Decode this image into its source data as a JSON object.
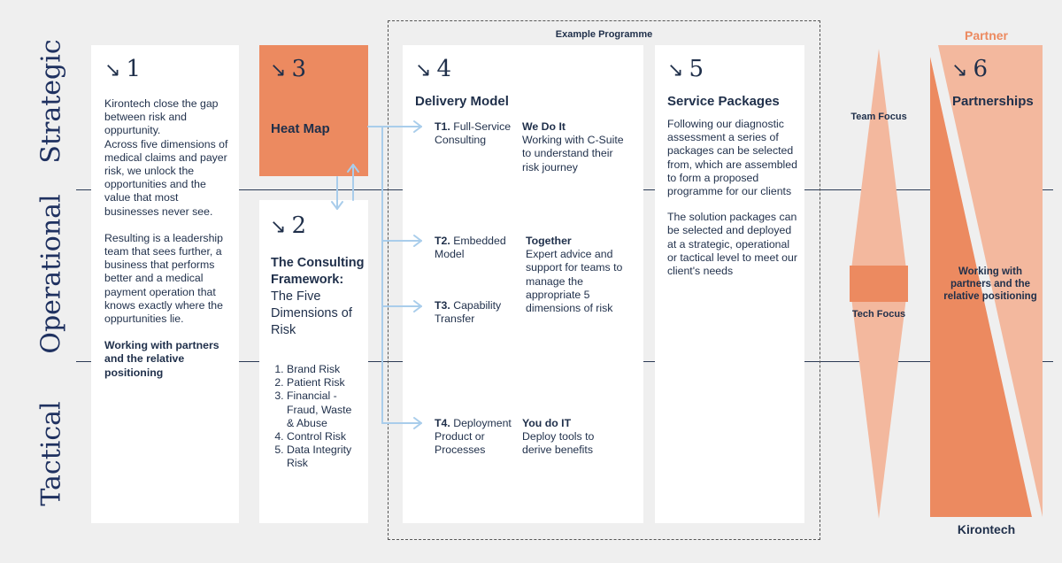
{
  "rows": {
    "strategic": "Strategic",
    "operational": "Operational",
    "tactical": "Tactical"
  },
  "example_programme": "Example Programme",
  "partner_label": "Partner",
  "kirontech_label": "Kirontech",
  "arrow_symbol": "↘",
  "card1": {
    "number": "1",
    "para1": "Kirontech close the gap between risk and oppurtunity.",
    "para2": "Across five dimensions of medical claims and payer risk, we unlock the opportunities and the value that most businesses never see.",
    "para3": "Resulting is a leadership team that sees further, a business that performs better and a medical payment operation that knows exactly where the oppurtunities lie.",
    "bold_note": "Working with partners and the relative positioning"
  },
  "card3": {
    "number": "3",
    "title": "Heat Map"
  },
  "card2": {
    "number": "2",
    "title_bold": "The Consulting Framework:",
    "title_rest": "The Five Dimensions of Risk",
    "risks": [
      "Brand Risk",
      "Patient Risk",
      "Financial - Fraud, Waste & Abuse",
      "Control Risk",
      "Data Integrity Risk"
    ]
  },
  "card4": {
    "number": "4",
    "title": "Delivery Model",
    "t1_code": "T1.",
    "t1_label": "Full-Service Consulting",
    "t1_head": "We Do It",
    "t1_desc": "Working with C-Suite to understand their risk journey",
    "t2_code": "T2.",
    "t2_label": "Embedded Model",
    "t23_head": "Together",
    "t23_desc": "Expert advice and support for teams to manage the appropriate 5 dimensions of risk",
    "t3_code": "T3.",
    "t3_label": "Capability Transfer",
    "t4_code": "T4.",
    "t4_label": "Deployment Product or Processes",
    "t4_head": "You do IT",
    "t4_desc": "Deploy tools to derive benefits"
  },
  "card5": {
    "number": "5",
    "title": "Service Packages",
    "para1": "Following our diagnostic assessment a series of packages can be selected from, which are assembled to form a proposed programme for our clients",
    "para2": "The solution packages can be selected and deployed at a strategic, operational or tactical level to meet our client's needs"
  },
  "focus": {
    "team": "Team Focus",
    "tech": "Tech Focus"
  },
  "card6": {
    "number": "6",
    "title": "Partnerships",
    "note": "Working with partners and the relative positioning"
  },
  "colors": {
    "orange": "#ec8a60",
    "light_orange": "#f3b89e",
    "navy": "#1f2f4a",
    "arrow_blue": "#a9cdeb"
  }
}
